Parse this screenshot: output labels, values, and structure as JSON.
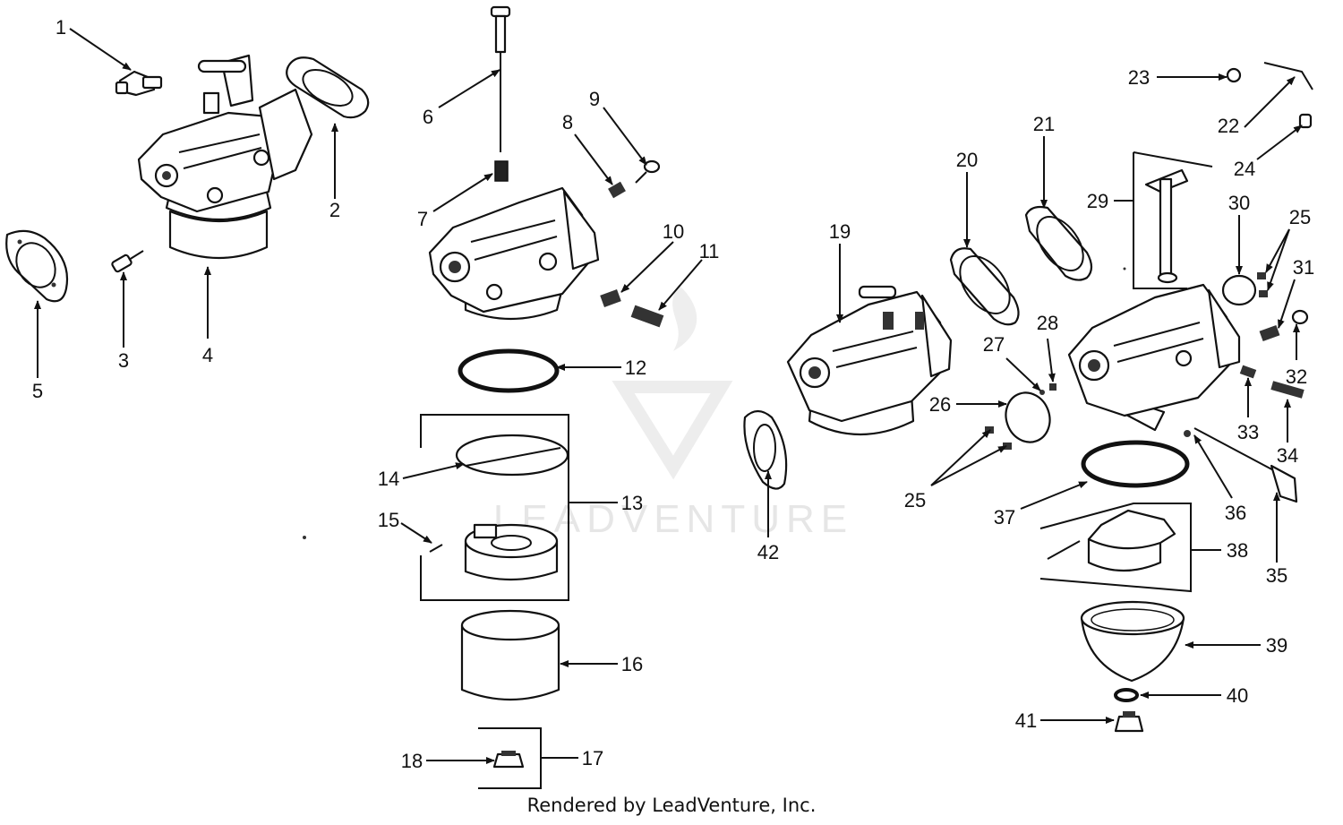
{
  "footer": "Rendered by LeadVenture, Inc.",
  "watermark": "LEADVENTURE",
  "callouts": [
    {
      "id": "1",
      "label": "1"
    },
    {
      "id": "2",
      "label": "2"
    },
    {
      "id": "3",
      "label": "3"
    },
    {
      "id": "4",
      "label": "4"
    },
    {
      "id": "5",
      "label": "5"
    },
    {
      "id": "6",
      "label": "6"
    },
    {
      "id": "7",
      "label": "7"
    },
    {
      "id": "8",
      "label": "8"
    },
    {
      "id": "9",
      "label": "9"
    },
    {
      "id": "10",
      "label": "10"
    },
    {
      "id": "11",
      "label": "11"
    },
    {
      "id": "12",
      "label": "12"
    },
    {
      "id": "13",
      "label": "13"
    },
    {
      "id": "14",
      "label": "14"
    },
    {
      "id": "15",
      "label": "15"
    },
    {
      "id": "16",
      "label": "16"
    },
    {
      "id": "17",
      "label": "17"
    },
    {
      "id": "18",
      "label": "18"
    },
    {
      "id": "19",
      "label": "19"
    },
    {
      "id": "20",
      "label": "20"
    },
    {
      "id": "21",
      "label": "21"
    },
    {
      "id": "22",
      "label": "22"
    },
    {
      "id": "23",
      "label": "23"
    },
    {
      "id": "24",
      "label": "24"
    },
    {
      "id": "25a",
      "label": "25"
    },
    {
      "id": "25b",
      "label": "25"
    },
    {
      "id": "26",
      "label": "26"
    },
    {
      "id": "27",
      "label": "27"
    },
    {
      "id": "28",
      "label": "28"
    },
    {
      "id": "29",
      "label": "29"
    },
    {
      "id": "30",
      "label": "30"
    },
    {
      "id": "31",
      "label": "31"
    },
    {
      "id": "32",
      "label": "32"
    },
    {
      "id": "33",
      "label": "33"
    },
    {
      "id": "34",
      "label": "34"
    },
    {
      "id": "35",
      "label": "35"
    },
    {
      "id": "36",
      "label": "36"
    },
    {
      "id": "37",
      "label": "37"
    },
    {
      "id": "38",
      "label": "38"
    },
    {
      "id": "39",
      "label": "39"
    },
    {
      "id": "40",
      "label": "40"
    },
    {
      "id": "41",
      "label": "41"
    },
    {
      "id": "42",
      "label": "42"
    }
  ]
}
